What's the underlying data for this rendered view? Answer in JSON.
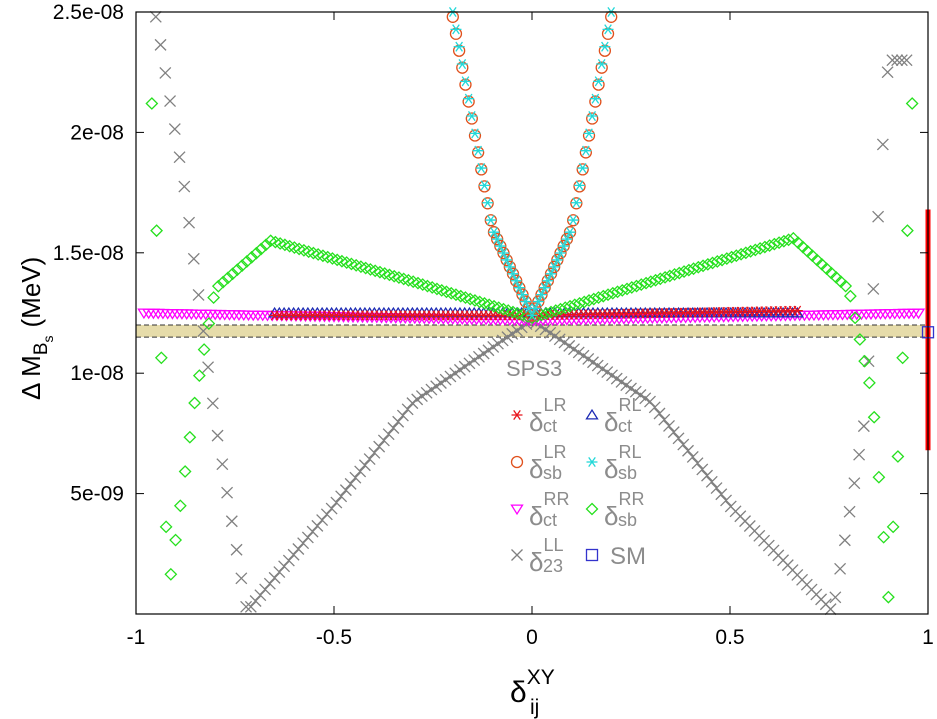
{
  "chart_data": {
    "type": "scatter",
    "xlabel": {
      "base": "δ",
      "sub": "ij",
      "sup": "XY"
    },
    "ylabel": {
      "prefix": "Δ M",
      "sub": "B",
      "subsub": "s",
      "suffix": "(MeV)"
    },
    "xlim": [
      -1,
      1
    ],
    "ylim": [
      0,
      2.5e-08
    ],
    "x_ticks": [
      {
        "value": -1,
        "label": "-1"
      },
      {
        "value": -0.5,
        "label": "-0.5"
      },
      {
        "value": 0,
        "label": "0"
      },
      {
        "value": 0.5,
        "label": "0.5"
      },
      {
        "value": 1,
        "label": "1"
      }
    ],
    "y_ticks": [
      {
        "value": 5e-09,
        "label": "5e-09"
      },
      {
        "value": 1e-08,
        "label": "1e-08"
      },
      {
        "value": 1.5e-08,
        "label": "1.5e-08"
      },
      {
        "value": 2e-08,
        "label": "2e-08"
      },
      {
        "value": 2.5e-08,
        "label": "2.5e-08"
      }
    ],
    "grid": false,
    "legend": {
      "title": "SPS3",
      "placement": "center"
    },
    "experimental_band": {
      "ymin": 1.15e-08,
      "ymax": 1.2e-08,
      "color": "#e6dcaa"
    },
    "experimental_dashes": [
      1.15e-08,
      1.2e-08
    ],
    "sm": {
      "x": 1.0,
      "value": 1.17e-08,
      "err_low": 6.8e-09,
      "err_high": 1.68e-08,
      "label": "SM",
      "color": "#ff0000",
      "marker_color": "#3333cc"
    },
    "series": [
      {
        "key": "LR_ct",
        "base": "δ",
        "sup": "LR",
        "sub": "ct",
        "marker": "asterisk",
        "color": "#e8141c",
        "x_start": -0.65,
        "x_end": 0.68,
        "y": [
          {
            "x": -0.65,
            "y": 1.24e-08
          },
          {
            "x": 0,
            "y": 1.24e-08
          },
          {
            "x": 0.68,
            "y": 1.26e-08
          }
        ]
      },
      {
        "key": "LR_sb",
        "base": "δ",
        "sup": "LR",
        "sub": "sb",
        "marker": "circle",
        "color": "#e0501c",
        "x_start": -0.2,
        "x_end": 0.2,
        "y": [
          {
            "x": -0.2,
            "y": 2.48e-08
          },
          {
            "x": -0.1,
            "y": 1.6e-08
          },
          {
            "x": 0,
            "y": 1.24e-08
          },
          {
            "x": 0.1,
            "y": 1.6e-08
          },
          {
            "x": 0.2,
            "y": 2.48e-08
          }
        ]
      },
      {
        "key": "RR_ct",
        "base": "δ",
        "sup": "RR",
        "sub": "ct",
        "marker": "triangle-down",
        "color": "#ff00ff",
        "x_start": -0.98,
        "x_end": 0.98,
        "y": [
          {
            "x": -0.98,
            "y": 1.25e-08
          },
          {
            "x": 0,
            "y": 1.22e-08
          },
          {
            "x": 0.98,
            "y": 1.25e-08
          }
        ]
      },
      {
        "key": "LL_23",
        "base": "δ",
        "sup": "LL",
        "sub": "23",
        "marker": "cross",
        "color": "#808080",
        "x_start": -0.95,
        "x_end": 0.95,
        "y": [
          {
            "x": -0.95,
            "y": 2.48e-08
          },
          {
            "x": -0.88,
            "y": 1.8e-08
          },
          {
            "x": -0.8,
            "y": 8e-09
          },
          {
            "x": -0.72,
            "y": 1e-10
          },
          {
            "x": -0.5,
            "y": 4.5e-09
          },
          {
            "x": -0.3,
            "y": 8.8e-09
          },
          {
            "x": 0,
            "y": 1.22e-08
          },
          {
            "x": 0.3,
            "y": 8.8e-09
          },
          {
            "x": 0.5,
            "y": 4.5e-09
          },
          {
            "x": 0.76,
            "y": 1e-10
          },
          {
            "x": 0.84,
            "y": 8e-09
          },
          {
            "x": 0.9,
            "y": 2.3e-08
          }
        ]
      },
      {
        "key": "RL_ct",
        "base": "δ",
        "sup": "RL",
        "sub": "ct",
        "marker": "triangle-up",
        "color": "#1c2ab4",
        "x_start": -0.65,
        "x_end": 0.68,
        "y": [
          {
            "x": -0.65,
            "y": 1.25e-08
          },
          {
            "x": 0,
            "y": 1.25e-08
          },
          {
            "x": 0.68,
            "y": 1.25e-08
          }
        ]
      },
      {
        "key": "RL_sb",
        "base": "δ",
        "sup": "RL",
        "sub": "sb",
        "marker": "asterisk",
        "color": "#22d8d8",
        "x_start": -0.2,
        "x_end": 0.2,
        "y": [
          {
            "x": -0.2,
            "y": 2.5e-08
          },
          {
            "x": -0.1,
            "y": 1.6e-08
          },
          {
            "x": 0,
            "y": 1.24e-08
          },
          {
            "x": 0.1,
            "y": 1.6e-08
          },
          {
            "x": 0.2,
            "y": 2.5e-08
          }
        ]
      },
      {
        "key": "RR_sb",
        "base": "δ",
        "sup": "RR",
        "sub": "sb",
        "marker": "diamond",
        "color": "#26e01e",
        "x_start": -0.96,
        "x_end": 0.96,
        "y": [
          {
            "x": -0.96,
            "y": 2.12e-08
          },
          {
            "x": -0.93,
            "y": 8e-09
          },
          {
            "x": -0.92,
            "y": 7e-10
          },
          {
            "x": -0.85,
            "y": 9e-09
          },
          {
            "x": -0.8,
            "y": 1.35e-08
          },
          {
            "x": -0.66,
            "y": 1.55e-08
          },
          {
            "x": -0.3,
            "y": 1.38e-08
          },
          {
            "x": 0,
            "y": 1.23e-08
          },
          {
            "x": 0.3,
            "y": 1.38e-08
          },
          {
            "x": 0.66,
            "y": 1.56e-08
          },
          {
            "x": 0.8,
            "y": 1.35e-08
          },
          {
            "x": 0.86,
            "y": 9e-09
          },
          {
            "x": 0.9,
            "y": 7e-10
          },
          {
            "x": 0.93,
            "y": 8e-09
          },
          {
            "x": 0.96,
            "y": 2.12e-08
          }
        ]
      }
    ]
  }
}
